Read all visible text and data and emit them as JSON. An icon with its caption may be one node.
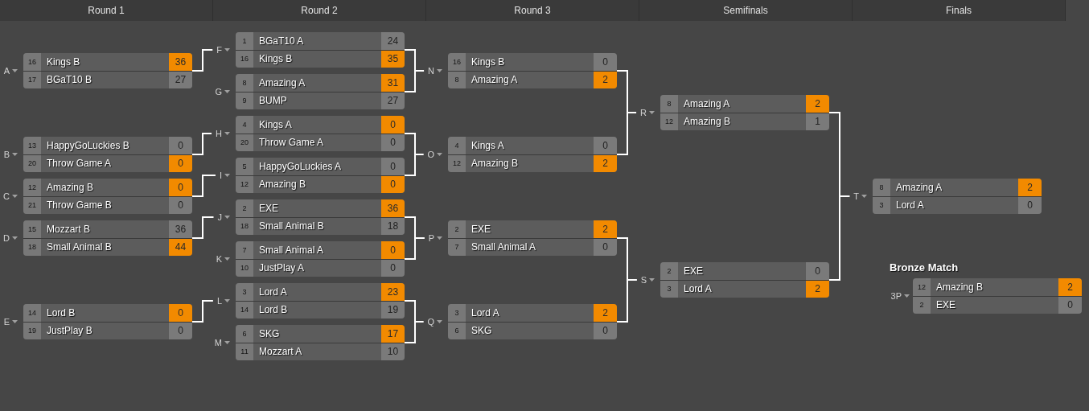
{
  "diagram": {
    "nodes": [
      {
        "text": [
          "Round 1"
        ]
      },
      {
        "text": [
          "Round 2"
        ]
      },
      {
        "text": [
          "Round 3"
        ]
      },
      {
        "text": [
          "Semifinals"
        ]
      },
      {
        "text": [
          "Finals"
        ]
      },
      {
        "text": [],
        "shape": "box",
        "beside": [
          "A"
        ]
      },
      {
        "text": [
          "16",
          "Kings B",
          "36"
        ],
        "in": 5
      },
      {
        "text": [
          "17",
          "BGaT10 B",
          "27"
        ],
        "in": 5
      },
      {
        "text": [],
        "shape": "box",
        "beside": [
          "B"
        ]
      },
      {
        "text": [
          "13",
          "HappyGoLuckies B",
          "0"
        ],
        "in": 8
      },
      {
        "text": [
          "20",
          "Throw Game A",
          "0"
        ],
        "in": 8
      },
      {
        "text": [],
        "shape": "box",
        "beside": [
          "C"
        ]
      },
      {
        "text": [
          "12",
          "Amazing B",
          "0"
        ],
        "in": 11
      },
      {
        "text": [
          "21",
          "Throw Game B",
          "0"
        ],
        "in": 11
      },
      {
        "text": [],
        "shape": "box",
        "beside": [
          "D"
        ]
      },
      {
        "text": [
          "15",
          "Mozzart B",
          "36"
        ],
        "in": 14
      },
      {
        "text": [
          "18",
          "Small Animal B",
          "44"
        ],
        "in": 14
      },
      {
        "text": [],
        "shape": "box",
        "beside": [
          "E"
        ]
      },
      {
        "text": [
          "14",
          "Lord B",
          "0"
        ],
        "in": 17
      },
      {
        "text": [
          "19",
          "JustPlay B",
          "0"
        ],
        "in": 17
      },
      {
        "text": [],
        "shape": "box",
        "beside": [
          "F"
        ]
      },
      {
        "text": [
          "1",
          "BGaT10 A",
          "24"
        ],
        "in": 20
      },
      {
        "text": [
          "16",
          "Kings B",
          "35"
        ],
        "in": 20
      },
      {
        "text": [],
        "shape": "box",
        "beside": [
          "G"
        ]
      },
      {
        "text": [
          "8",
          "Amazing A",
          "31"
        ],
        "in": 23
      },
      {
        "text": [
          "9",
          "BUMP",
          "27"
        ],
        "in": 23
      },
      {
        "text": [],
        "shape": "box",
        "beside": [
          "H"
        ]
      },
      {
        "text": [
          "4",
          "Kings A",
          "0"
        ],
        "in": 26
      },
      {
        "text": [
          "20",
          "Throw Game A",
          "0"
        ],
        "in": 26
      },
      {
        "text": [],
        "shape": "box",
        "beside": [
          "I"
        ]
      },
      {
        "text": [
          "5",
          "HappyGoLuckies A",
          "0"
        ],
        "in": 29
      },
      {
        "text": [
          "12",
          "Amazing B",
          "0"
        ],
        "in": 29
      },
      {
        "text": [],
        "shape": "box",
        "beside": [
          "J"
        ]
      },
      {
        "text": [
          "2",
          "EXE",
          "36"
        ],
        "in": 32
      },
      {
        "text": [
          "18",
          "Small Animal B",
          "18"
        ],
        "in": 32
      },
      {
        "text": [],
        "shape": "box",
        "beside": [
          "K"
        ]
      },
      {
        "text": [
          "7",
          "Small Animal A",
          "0"
        ],
        "in": 35
      },
      {
        "text": [
          "10",
          "JustPlay A",
          "0"
        ],
        "in": 35
      },
      {
        "text": [],
        "shape": "box",
        "beside": [
          "L"
        ]
      },
      {
        "text": [
          "3",
          "Lord A",
          "23"
        ],
        "in": 38
      },
      {
        "text": [
          "14",
          "Lord B",
          "19"
        ],
        "in": 38
      },
      {
        "text": [],
        "shape": "box",
        "beside": [
          "M"
        ]
      },
      {
        "text": [
          "6",
          "SKG",
          "17"
        ],
        "in": 41
      },
      {
        "text": [
          "11",
          "Mozzart A",
          "10"
        ],
        "in": 41
      },
      {
        "text": [],
        "shape": "box",
        "beside": [
          "N"
        ]
      },
      {
        "text": [
          "16",
          "Kings B",
          "0"
        ],
        "in": 44
      },
      {
        "text": [
          "8",
          "Amazing A",
          "2"
        ],
        "in": 44
      },
      {
        "text": [],
        "shape": "box",
        "beside": [
          "O"
        ]
      },
      {
        "text": [
          "4",
          "Kings A",
          "0"
        ],
        "in": 47
      },
      {
        "text": [
          "12",
          "Amazing B",
          "2"
        ],
        "in": 47
      },
      {
        "text": [],
        "shape": "box",
        "beside": [
          "P"
        ]
      },
      {
        "text": [
          "2",
          "EXE",
          "2"
        ],
        "in": 50
      },
      {
        "text": [
          "7",
          "Small Animal A",
          "0"
        ],
        "in": 50
      },
      {
        "text": [],
        "shape": "box",
        "beside": [
          "Q"
        ]
      },
      {
        "text": [
          "3",
          "Lord A",
          "2"
        ],
        "in": 53
      },
      {
        "text": [
          "6",
          "SKG",
          "0"
        ],
        "in": 53
      },
      {
        "text": [],
        "shape": "box",
        "beside": [
          "R"
        ]
      },
      {
        "text": [
          "8",
          "Amazing A",
          "2"
        ],
        "in": 56
      },
      {
        "text": [
          "12",
          "Amazing B",
          "1"
        ],
        "in": 56
      },
      {
        "text": [],
        "shape": "box",
        "beside": [
          "S"
        ]
      },
      {
        "text": [
          "2",
          "EXE",
          "0"
        ],
        "in": 59
      },
      {
        "text": [
          "3",
          "Lord A",
          "2"
        ],
        "in": 59
      },
      {
        "text": [],
        "shape": "box",
        "beside": [
          "T"
        ]
      },
      {
        "text": [
          "8",
          "Amazing A",
          "2"
        ],
        "in": 62
      },
      {
        "text": [
          "3",
          "Lord A",
          "0"
        ],
        "in": 62
      },
      {
        "text": [
          "Bronze Match"
        ],
        "beside": [
          "3P"
        ]
      },
      {
        "text": [
          "12",
          "Amazing B",
          "2"
        ],
        "in": 65
      },
      {
        "text": [
          "2",
          "EXE",
          "0"
        ],
        "in": 65
      }
    ],
    "edges": [
      {
        "from": 5,
        "to": 20,
        "arrow": "none"
      },
      {
        "from": 8,
        "to": 26,
        "arrow": "none"
      },
      {
        "from": 11,
        "to": 29,
        "arrow": "none"
      },
      {
        "from": 14,
        "to": 32,
        "arrow": "none"
      },
      {
        "from": 17,
        "to": 38,
        "arrow": "none"
      },
      {
        "from": 20,
        "to": 44,
        "arrow": "none"
      },
      {
        "from": 23,
        "to": 44,
        "arrow": "none"
      },
      {
        "from": 26,
        "to": 47,
        "arrow": "none"
      },
      {
        "from": 29,
        "to": 47,
        "arrow": "none"
      },
      {
        "from": 32,
        "to": 50,
        "arrow": "none"
      },
      {
        "from": 35,
        "to": 50,
        "arrow": "none"
      },
      {
        "from": 38,
        "to": 53,
        "arrow": "none"
      },
      {
        "from": 41,
        "to": 53,
        "arrow": "none"
      },
      {
        "from": 44,
        "to": 56,
        "arrow": "none"
      },
      {
        "from": 47,
        "to": 56,
        "arrow": "none"
      },
      {
        "from": 50,
        "to": 59,
        "arrow": "none"
      },
      {
        "from": 53,
        "to": 59,
        "arrow": "none"
      },
      {
        "from": 56,
        "to": 62,
        "arrow": "none"
      },
      {
        "from": 59,
        "to": 62,
        "arrow": "none"
      }
    ]
  }
}
